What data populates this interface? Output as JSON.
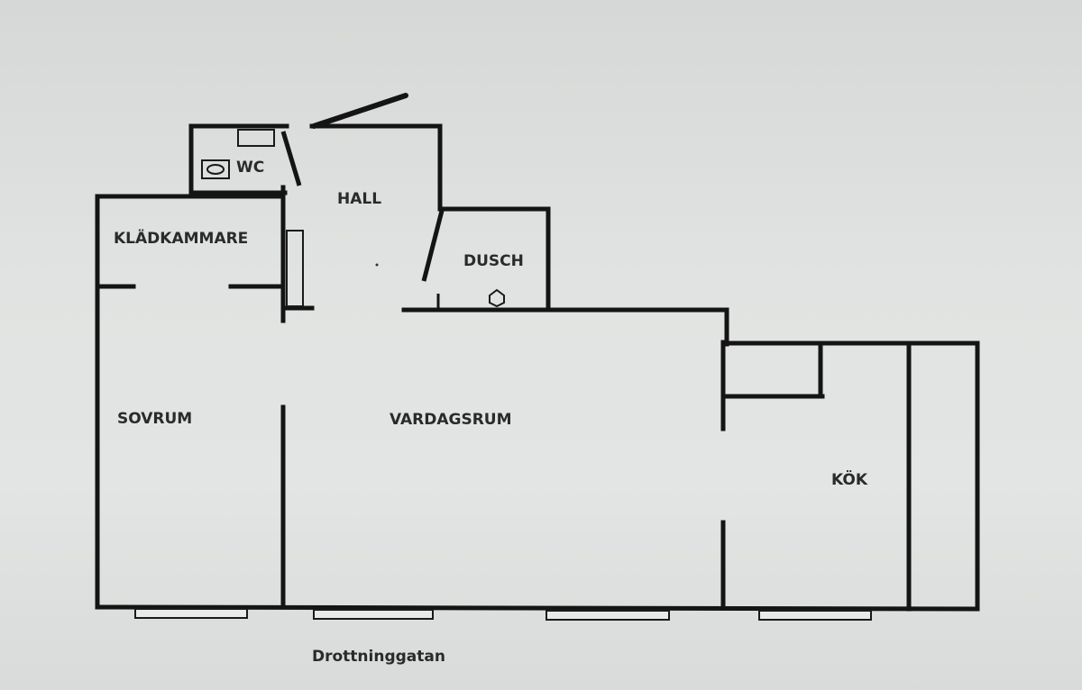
{
  "rooms": {
    "wc": "WC",
    "hall": "HALL",
    "kladkammare": "KLÄDKAMMARE",
    "dusch": "DUSCH",
    "sovrum": "SOVRUM",
    "vardagsrum": "VARDAGSRUM",
    "kok": "KÖK"
  },
  "street": "Drottninggatan",
  "icons": {
    "toilet": "toilet-icon",
    "sink": "sink-icon",
    "drain": "shower-drain-icon"
  }
}
